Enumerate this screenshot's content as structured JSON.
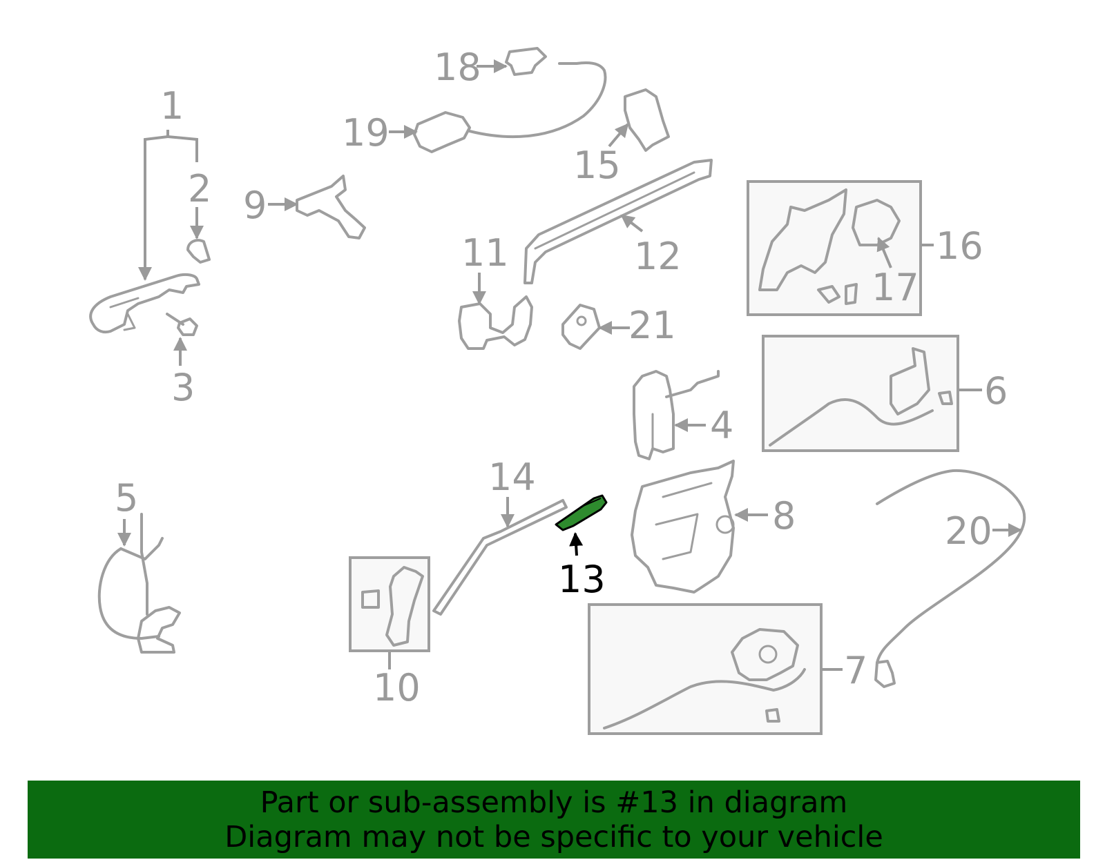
{
  "colors": {
    "part": "#9e9e9e",
    "label": "#9a9a9a",
    "highlight_fill": "#2e8b2e",
    "highlight_label": "#000000",
    "banner": "#0b6b10"
  },
  "callouts": [
    "1",
    "2",
    "3",
    "4",
    "5",
    "6",
    "7",
    "8",
    "9",
    "10",
    "11",
    "12",
    "13",
    "14",
    "15",
    "16",
    "17",
    "18",
    "19",
    "20",
    "21"
  ],
  "highlighted_part": "13",
  "banner": {
    "line1": "Part or sub-assembly is #13 in diagram",
    "line2": "Diagram may not be specific to your vehicle"
  }
}
